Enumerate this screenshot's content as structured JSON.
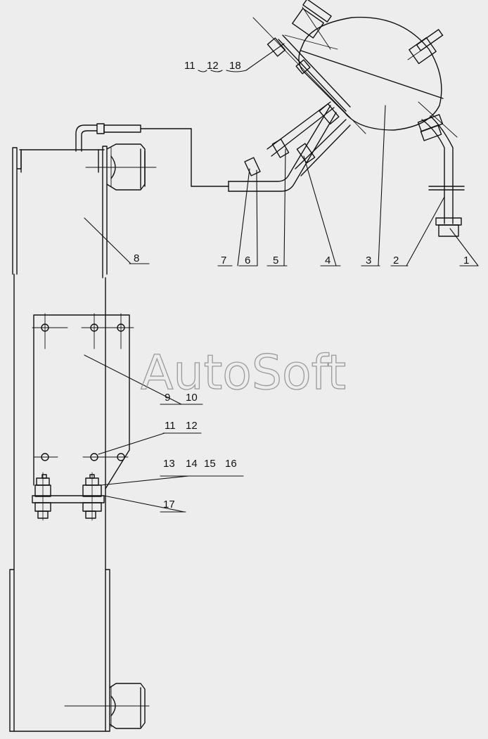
{
  "watermark": "AutoSoft",
  "callouts": {
    "c1": "1",
    "c2": "2",
    "c3": "3",
    "c4": "4",
    "c5": "5",
    "c6": "6",
    "c7": "7",
    "c8": "8",
    "c9": "9",
    "c10": "10",
    "c11_top": "11",
    "c12_top": "12",
    "c18": "18",
    "c11_mid": "11",
    "c12_mid": "12",
    "c13": "13",
    "c14": "14",
    "c15": "15",
    "c16": "16",
    "c17": "17"
  },
  "colors": {
    "line": "#111111",
    "background": "#ededed",
    "watermark": "#9a9a9a"
  }
}
